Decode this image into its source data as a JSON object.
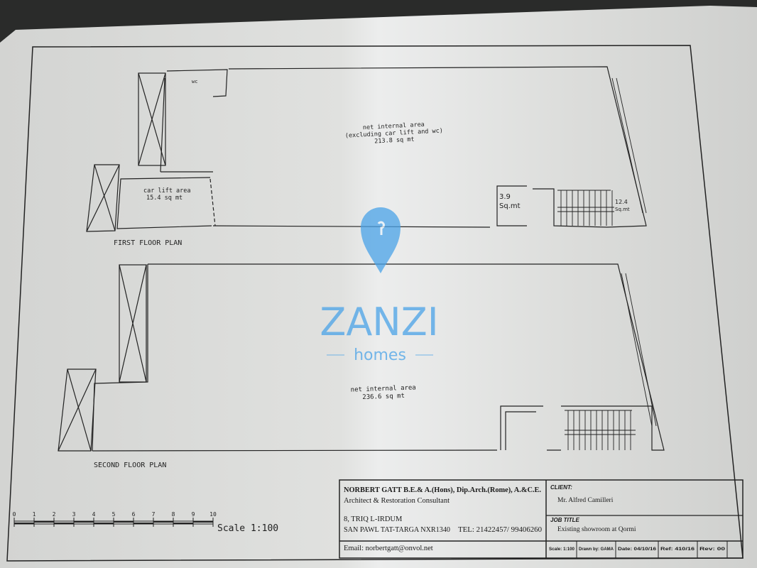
{
  "plans": {
    "first_floor": {
      "title": "FIRST FLOOR PLAN",
      "wc_label": "wc",
      "net_area_line1": "net internal area",
      "net_area_line2": "(excluding car lift and wc)",
      "net_area_value": "213.8 sq mt",
      "car_lift_label": "car lift area",
      "car_lift_value": "15.4 sq mt",
      "small_room_value": "3.9",
      "small_room_unit": "Sq.mt",
      "stair_value": "12.4",
      "stair_unit": "Sq.mt"
    },
    "second_floor": {
      "title": "SECOND FLOOR PLAN",
      "net_area_line1": "net internal area",
      "net_area_value": "236.6 sq mt"
    }
  },
  "scale_bar": {
    "ticks": [
      "0",
      "1",
      "2",
      "3",
      "4",
      "5",
      "6",
      "7",
      "8",
      "9",
      "10"
    ],
    "label": "Scale 1:100"
  },
  "title_block": {
    "architect_name": "NORBERT GATT B.E.& A.(Hons), Dip.Arch.(Rome), A.&C.E.",
    "architect_role": "Architect & Restoration Consultant",
    "address_line1": "8, TRIQ L-IRDUM",
    "address_line2": "SAN PAWL TAT-TARGA NXR1340",
    "tel": "TEL: 21422457/ 99406260",
    "email": "Email: norbertgatt@onvol.net",
    "client_label": "CLIENT:",
    "client_value": "Mr. Alfred Camilleri",
    "job_title_label": "JOB TITLE",
    "job_title_value": "Existing showroom at Qormi",
    "scale": "Scale:  1:100",
    "drawn_by": "Drawn by: GAMA",
    "date": "Date: 04/10/16",
    "ref": "Ref: 410/16",
    "rev": "Rev: 00"
  },
  "watermark": {
    "brand": "ZANZI",
    "sub": "homes",
    "color": "#4aa3e8"
  }
}
